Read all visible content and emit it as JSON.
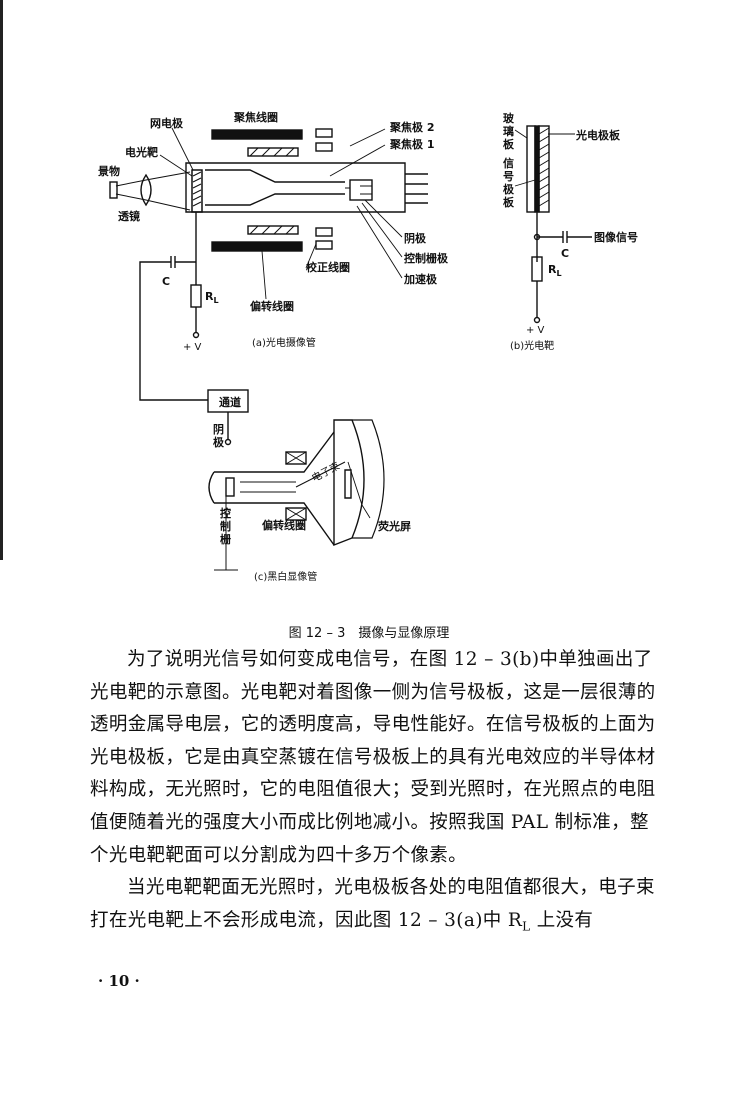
{
  "figure": {
    "labels_a": {
      "mesh": "网电极",
      "focus_coil": "聚焦线圈",
      "focus_plate2": "聚焦极 2",
      "focus_plate1": "聚焦极 1",
      "target": "电光靶",
      "scene": "景物",
      "lens": "透镜",
      "cathode": "阴极",
      "control_grid": "控制栅极",
      "accel": "加速极",
      "correction_coil": "校正线圈",
      "deflection_coil": "偏转线圈",
      "rl": "R",
      "rl_sub": "L",
      "cap": "C",
      "supply": "+ V",
      "caption": "(a)光电摄像管"
    },
    "labels_b": {
      "glass": [
        "玻",
        "璃",
        "板"
      ],
      "signal": [
        "信",
        "号",
        "极",
        "板"
      ],
      "photo_plate": "光电极板",
      "image_signal": "图像信号",
      "cap": "C",
      "rl": "R",
      "rl_sub": "L",
      "supply": "+ V",
      "caption": "(b)光电靶"
    },
    "labels_c": {
      "channel": "通道",
      "cathode": [
        "阴",
        "极"
      ],
      "control_grid": [
        "控",
        "制",
        "栅"
      ],
      "deflection_coil": "偏转线圈",
      "electron_beam": "电子束",
      "screen": "荧光屏",
      "caption": "(c)黑白显像管"
    },
    "caption": "图 12 – 3　摄像与显像原理"
  },
  "body": {
    "paragraph1": "为了说明光信号如何变成电信号，在图 12 – 3(b)中单独画出了光电靶的示意图。光电靶对着图像一侧为信号极板，这是一层很薄的透明金属导电层，它的透明度高，导电性能好。在信号极板的上面为光电极板，它是由真空蒸镀在信号极板上的具有光电效应的半导体材料构成，无光照时，它的电阻值很大；受到光照时，在光照点的电阻值便随着光的强度大小而成比例地减小。按照我国 PAL 制标准，整个光电靶靶面可以分割成为四十多万个像素。",
    "paragraph2": "当光电靶靶面无光照时，光电极板各处的电阻值都很大，电子束打在光电靶上不会形成电流，因此图 12 – 3(a)中 R",
    "paragraph2_sub": "L",
    "paragraph2_end": " 上没有"
  },
  "page_number": "· 10 ·"
}
